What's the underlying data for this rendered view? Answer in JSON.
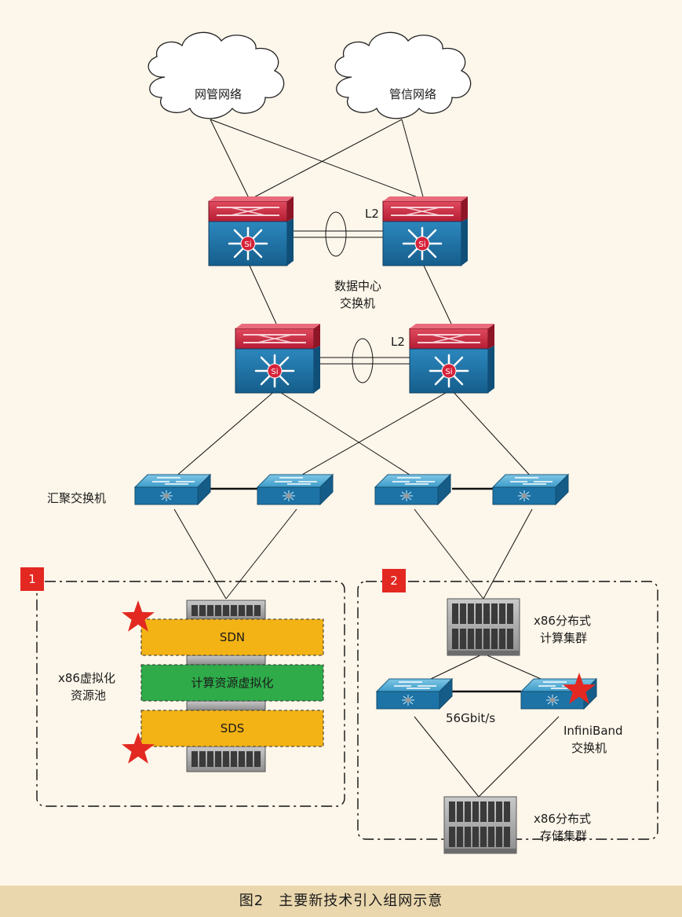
{
  "clouds": [
    {
      "label": "网管网络"
    },
    {
      "label": "管信网络"
    }
  ],
  "core": {
    "link_label_top": "L2",
    "link_label_bottom": "L2",
    "center_label_line1": "数据中心",
    "center_label_line2": "交换机",
    "switch_mark": "Si"
  },
  "aggregation": {
    "label": "汇聚交换机"
  },
  "region1": {
    "badge": "1",
    "pool_label_line1": "x86虚拟化",
    "pool_label_line2": "资源池",
    "layers": [
      {
        "label": "SDN",
        "color": "#f3b315"
      },
      {
        "label": "计算资源虚拟化",
        "color": "#2fab4a"
      },
      {
        "label": "SDS",
        "color": "#f3b315"
      }
    ]
  },
  "region2": {
    "badge": "2",
    "compute_label_line1": "x86分布式",
    "compute_label_line2": "计算集群",
    "link_speed": "56Gbit/s",
    "ib_label_line1": "InfiniBand",
    "ib_label_line2": "交换机",
    "storage_label_line1": "x86分布式",
    "storage_label_line2": "存储集群"
  },
  "caption": "图2　主要新技术引入组网示意",
  "colors": {
    "background": "#fdf6ea",
    "caption_bar": "#ead7ad",
    "switch_red": "#c8203a",
    "switch_blue": "#1d73a6",
    "star": "#e22821"
  }
}
